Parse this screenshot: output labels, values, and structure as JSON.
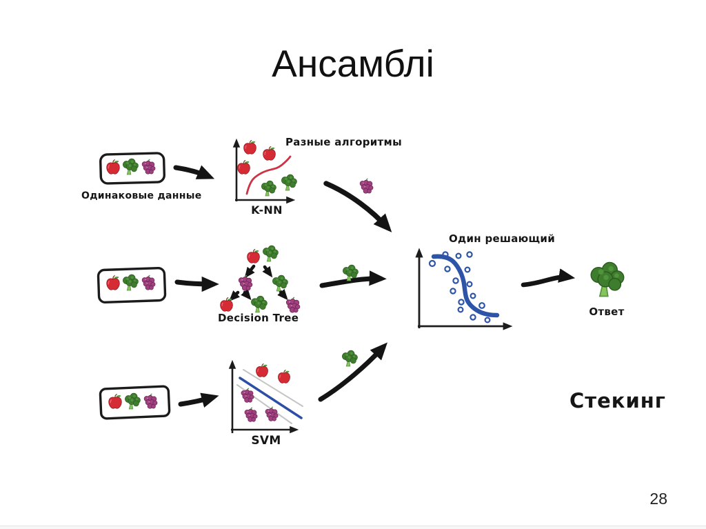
{
  "slide": {
    "title": "Ансамблі",
    "page_number": "28"
  },
  "diagram": {
    "input": {
      "caption": "Одинаковые данные",
      "boxes": [
        {
          "fruits": [
            "apple",
            "broccoli",
            "grapes"
          ]
        },
        {
          "fruits": [
            "apple",
            "broccoli",
            "grapes"
          ]
        },
        {
          "fruits": [
            "apple",
            "broccoli",
            "grapes"
          ]
        }
      ]
    },
    "annotation": "Разные алгоритмы",
    "models": [
      {
        "label": "K-NN",
        "type": "scatter-with-curve",
        "points": {
          "apples": 3,
          "broccoli": 2
        },
        "curve_color": "#cc3344"
      },
      {
        "label": "Decision Tree",
        "type": "tree",
        "nodes": [
          "apple",
          "broccoli",
          "grapes",
          "broccoli",
          "apple",
          "broccoli",
          "grapes"
        ]
      },
      {
        "label": "SVM",
        "type": "scatter-with-margin",
        "points": {
          "apples": 2,
          "grapes": 3
        },
        "line_color": "#2b4fa5",
        "margin_color": "#c4c4c4"
      }
    ],
    "predictions": [
      "grapes",
      "broccoli",
      "broccoli"
    ],
    "meta_model": {
      "label": "Один решающий",
      "curve_color": "#2e54a8",
      "dot_count": 15
    },
    "output": {
      "caption": "Ответ",
      "fruit": "broccoli"
    },
    "method_label": "Стекинг"
  },
  "colors": {
    "arrow": "#141414",
    "axis": "#1c1c1c",
    "knn_curve": "#cc3344",
    "svm_line": "#2b4fa5",
    "svm_margin": "#c4c4c4",
    "meta_curve": "#2e54a8",
    "box_stroke": "#1b1b1b"
  }
}
